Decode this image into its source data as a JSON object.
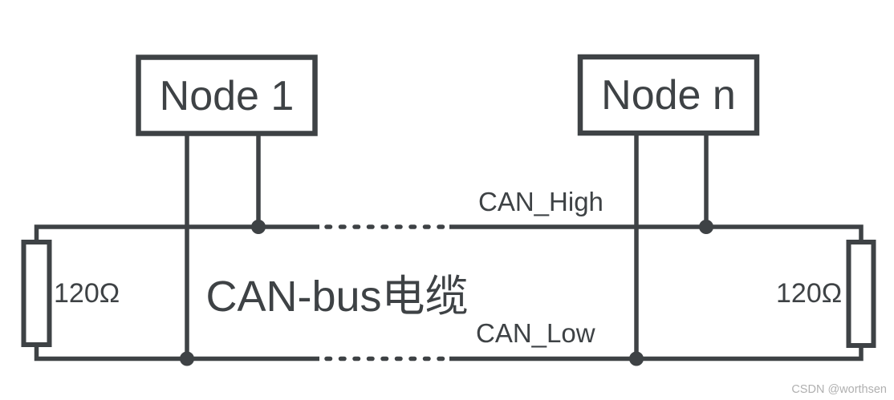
{
  "diagram": {
    "type": "CAN bus topology",
    "cable_label": "CAN-bus电缆",
    "nodes": [
      {
        "label": "Node 1"
      },
      {
        "label": "Node n"
      }
    ],
    "bus_lines": [
      {
        "label": "CAN_High"
      },
      {
        "label": "CAN_Low"
      }
    ],
    "terminators": [
      {
        "value": "120Ω"
      },
      {
        "value": "120Ω"
      }
    ],
    "colors": {
      "line": "#3e4245",
      "text": "#3e4245",
      "background": "#ffffff",
      "watermark": "#b0b0b0"
    }
  },
  "watermark": {
    "text": "CSDN @worthsen"
  }
}
